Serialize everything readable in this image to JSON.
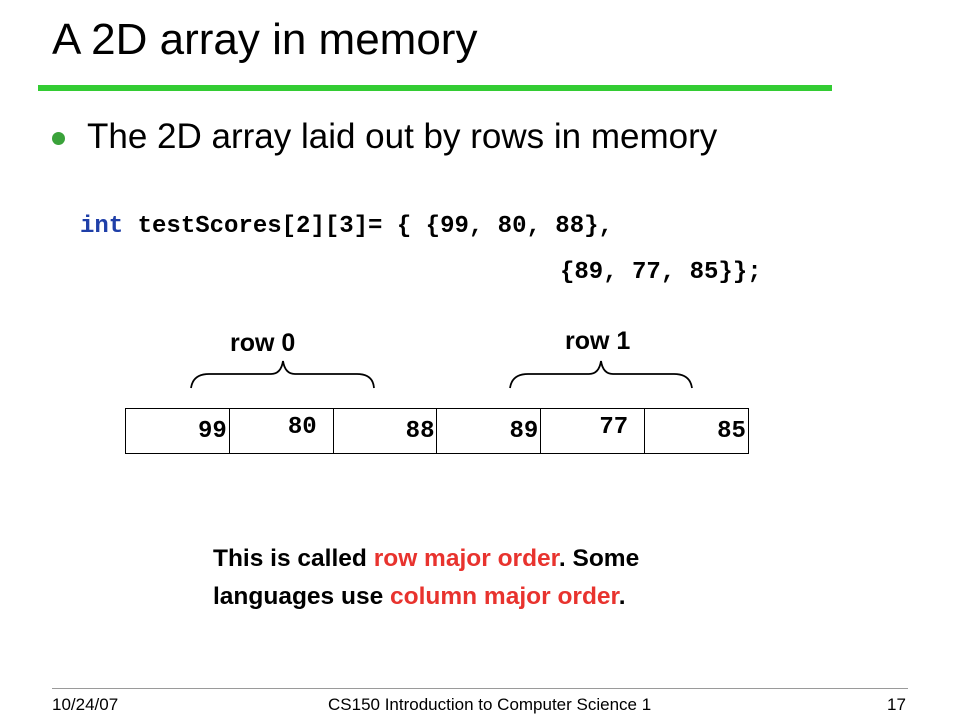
{
  "slide": {
    "title": "A 2D array in memory",
    "bullet": "The 2D array laid out by rows in memory",
    "code": {
      "keyword": "int",
      "line1_rest": " testScores[2][3]= { {99, 80, 88},",
      "line2": "{89, 77, 85}};"
    },
    "row_labels": [
      "row 0",
      "row 1"
    ],
    "memory_cells": [
      "99",
      "80",
      "88",
      "89",
      "77",
      "85"
    ],
    "note": {
      "line1_a": "This is called ",
      "line1_b": "row major order",
      "line1_c": ". Some",
      "line2_a": "languages use ",
      "line2_b": "column major order",
      "line2_c": "."
    },
    "colors": {
      "title_rule": "#33cc33",
      "bullet": "#3aa23a",
      "keyword": "#1f3fa8",
      "highlight": "#e8332e"
    }
  },
  "footer": {
    "date": "10/24/07",
    "course": "CS150 Introduction to Computer Science 1",
    "page": "17"
  }
}
